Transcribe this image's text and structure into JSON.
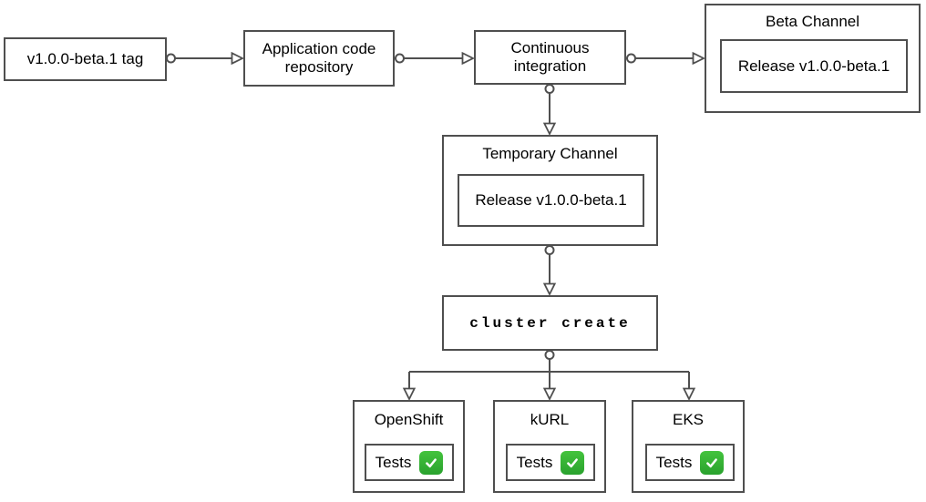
{
  "colors": {
    "line": "#4f4f4f",
    "box_border": "#4f4f4f",
    "text": "#000000",
    "background": "#ffffff",
    "check_green_top": "#44c33d",
    "check_green_bottom": "#2aa22e",
    "check_mark": "#ffffff"
  },
  "nodes": {
    "tag": {
      "label": "v1.0.0-beta.1 tag"
    },
    "repo": {
      "label": "Application code repository"
    },
    "ci": {
      "label": "Continuous integration"
    },
    "beta_channel": {
      "title": "Beta Channel",
      "release": "Release v1.0.0-beta.1"
    },
    "temporary_channel": {
      "title": "Temporary Channel",
      "release": "Release v1.0.0-beta.1"
    },
    "cluster_create": {
      "label": "cluster create"
    },
    "targets": [
      {
        "title": "OpenShift",
        "tests_label": "Tests",
        "status_icon": "green-check"
      },
      {
        "title": "kURL",
        "tests_label": "Tests",
        "status_icon": "green-check"
      },
      {
        "title": "EKS",
        "tests_label": "Tests",
        "status_icon": "green-check"
      }
    ]
  }
}
